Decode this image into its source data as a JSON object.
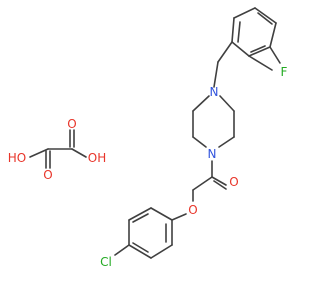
{
  "structure": {
    "atoms": {
      "ho_left": "HO",
      "o_left_bottom": "O",
      "o_right_top": "O",
      "oh_right": "OH",
      "f": "F",
      "n_top": "N",
      "n_bottom": "N",
      "o_carbonyl": "O",
      "o_ether": "O",
      "cl": "Cl"
    },
    "colors": {
      "bond": "#404040",
      "oxygen": "#e8352a",
      "nitrogen": "#3355dd",
      "fluorine": "#22aa22",
      "chlorine": "#22aa22"
    }
  }
}
